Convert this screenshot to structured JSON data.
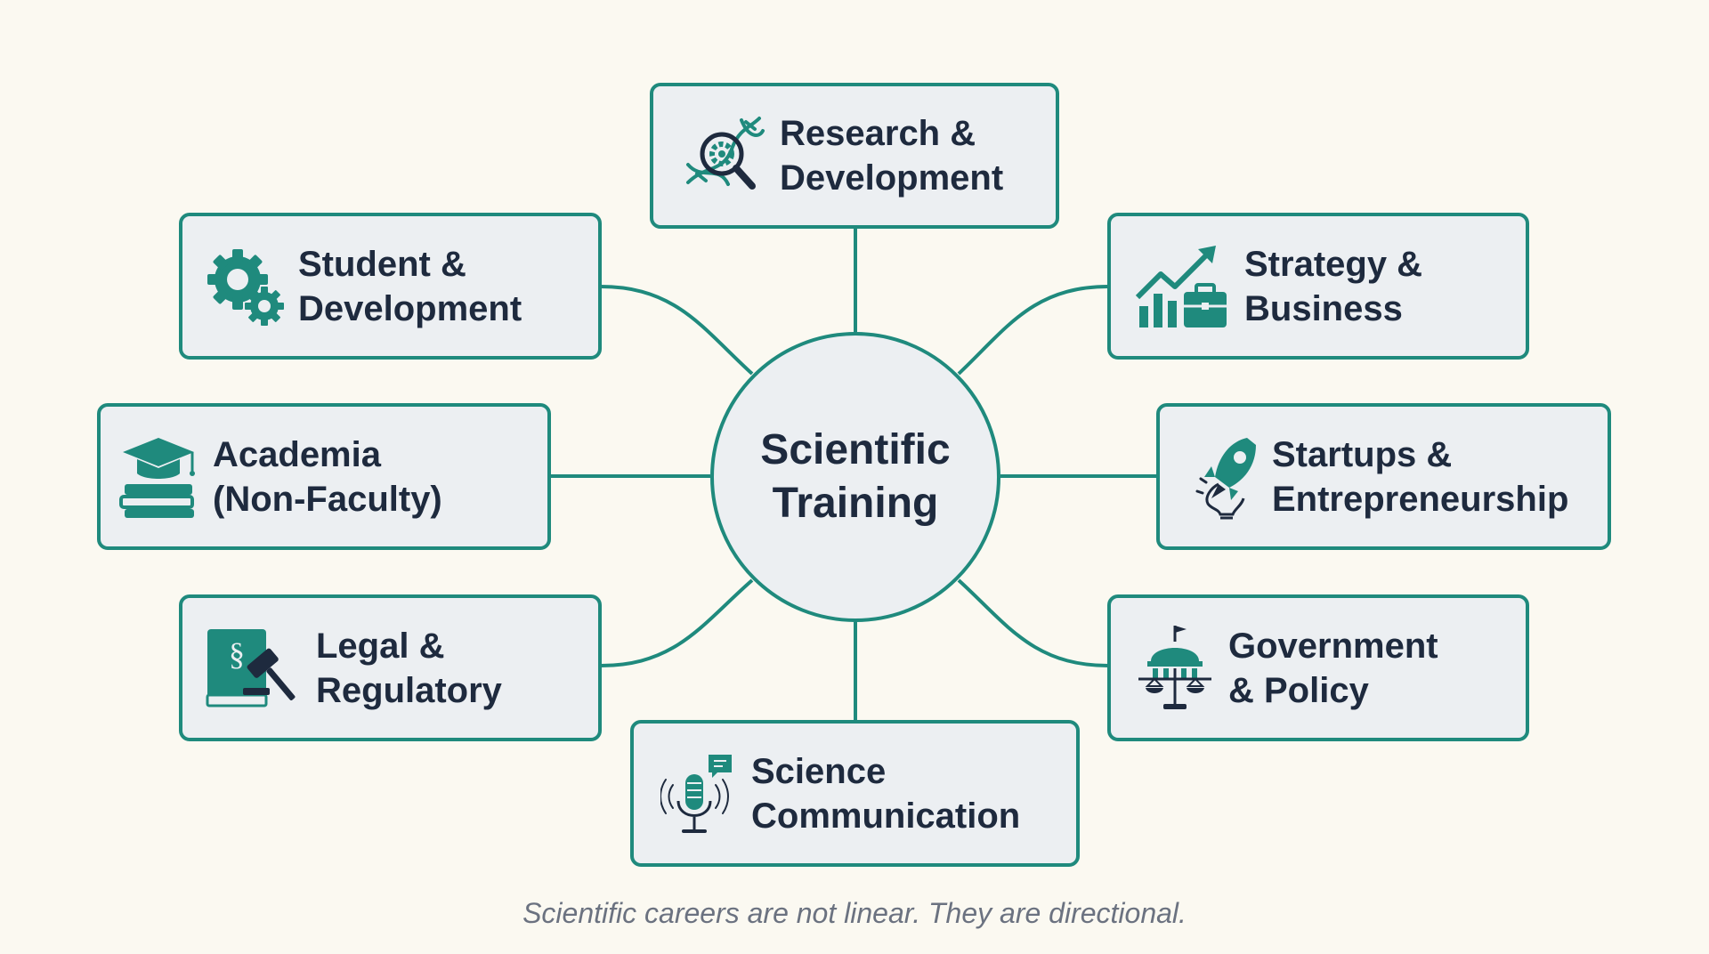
{
  "center": {
    "line1": "Scientific",
    "line2": "Training"
  },
  "nodes": {
    "rd": {
      "line1": "Research &",
      "line2": "Development",
      "icon": "dna-gear-magnifier-icon"
    },
    "student": {
      "line1": "Student &",
      "line2": "Development",
      "icon": "gears-icon"
    },
    "strategy": {
      "line1": "Strategy &",
      "line2": "Business",
      "icon": "growth-chart-briefcase-icon"
    },
    "academia": {
      "line1": "Academia",
      "line2": "(Non-Faculty)",
      "icon": "graduation-cap-books-icon"
    },
    "startups": {
      "line1": "Startups &",
      "line2": "Entrepreneurship",
      "icon": "rocket-lightbulb-icon"
    },
    "legal": {
      "line1": "Legal &",
      "line2": "Regulatory",
      "icon": "law-book-gavel-icon"
    },
    "government": {
      "line1": "Government",
      "line2": "& Policy",
      "icon": "capitol-scales-icon"
    },
    "scicomm": {
      "line1": "Science",
      "line2": "Communication",
      "icon": "microphone-speech-bubble-icon"
    }
  },
  "tagline": "Scientific careers are not linear. They are directional.",
  "colors": {
    "accent": "#1f8a7d",
    "box_fill": "#eceff2",
    "text": "#1e2a3e",
    "background": "#fbf9f1",
    "caption": "#6b7280"
  }
}
